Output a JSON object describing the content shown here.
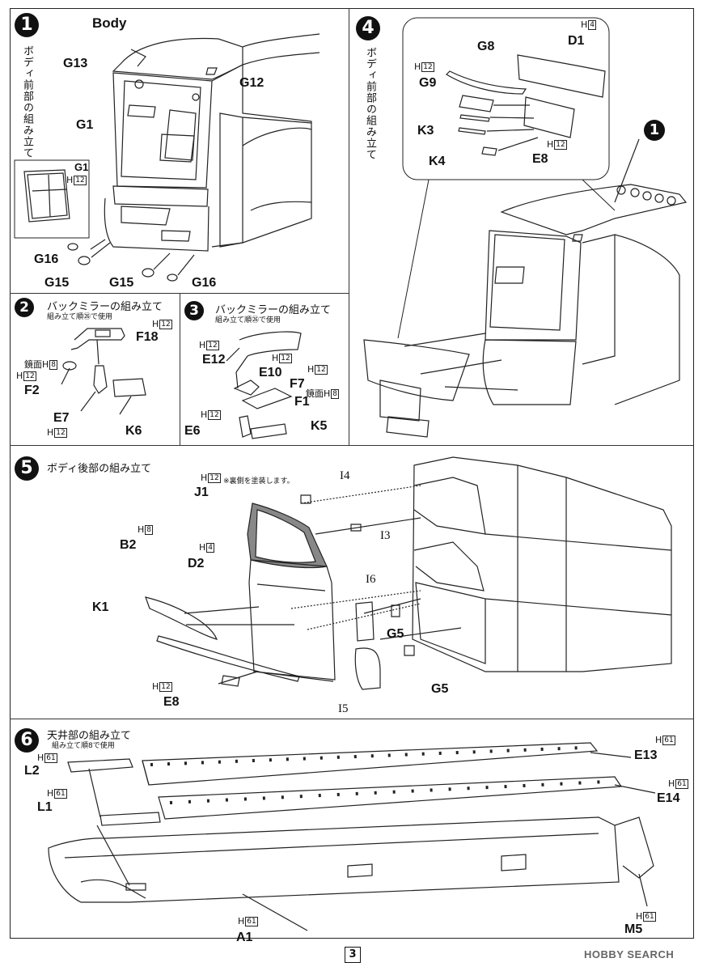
{
  "page_number": "3",
  "watermark": "HOBBY SEARCH",
  "step1": {
    "number": "1",
    "title_vertical": "ボディ前部の組み立て",
    "labels": {
      "body": "Body",
      "g13": "G13",
      "g12": "G12",
      "g1": "G1",
      "g16a": "G16",
      "g15a": "G15",
      "g15b": "G15",
      "g16b": "G16"
    },
    "inset": {
      "label": "G1",
      "color_code": "H",
      "color_num": "12"
    }
  },
  "step2": {
    "number": "2",
    "title": "バックミラーの組み立て",
    "subtitle": "組み立て順㉖で使用",
    "labels": {
      "f18": "F18",
      "f2": "F2",
      "e7": "E7",
      "k6": "K6"
    },
    "mirror_text": "鏡面",
    "codes": {
      "f18": "12",
      "mirror": "8",
      "f2": "12",
      "e7": "12"
    }
  },
  "step3": {
    "number": "3",
    "title": "バックミラーの組み立て",
    "subtitle": "組み立て順㉖で使用",
    "labels": {
      "e12": "E12",
      "e10": "E10",
      "f7": "F7",
      "f1": "F1",
      "e6": "E6",
      "k5": "K5"
    },
    "mirror_text": "鏡面",
    "codes": {
      "e12": "12",
      "e10": "12",
      "f7": "12",
      "mirror": "8",
      "e6": "12"
    }
  },
  "step4": {
    "number": "4",
    "title_vertical": "ボディ前部の組み立て",
    "labels": {
      "g8": "G8",
      "d1": "D1",
      "g9": "G9",
      "k3": "K3",
      "k4": "K4",
      "e8": "E8",
      "ref": "1"
    },
    "codes": {
      "d1": "4",
      "g9": "12",
      "e8": "12"
    }
  },
  "step5": {
    "number": "5",
    "title": "ボディ後部の組み立て",
    "back_paint_note": "※裏側を塗装します。",
    "labels": {
      "j1": "J1",
      "i4": "I4",
      "i3": "I3",
      "b2": "B2",
      "d2": "D2",
      "k1": "K1",
      "i6": "I6",
      "g5a": "G5",
      "g5b": "G5",
      "i5": "I5",
      "e8": "E8"
    },
    "codes": {
      "j1": "12",
      "b2": "8",
      "d2": "4",
      "e8": "12"
    }
  },
  "step6": {
    "number": "6",
    "title": "天井部の組み立て",
    "subtitle": "組み立て順8で使用",
    "labels": {
      "l2": "L2",
      "l1": "L1",
      "e13": "E13",
      "e14": "E14",
      "a1": "A1",
      "m5": "M5"
    },
    "codes": {
      "l2": "61",
      "l1": "61",
      "e13": "61",
      "e14": "61",
      "a1": "61",
      "m5": "61"
    }
  },
  "color_prefix": "H"
}
